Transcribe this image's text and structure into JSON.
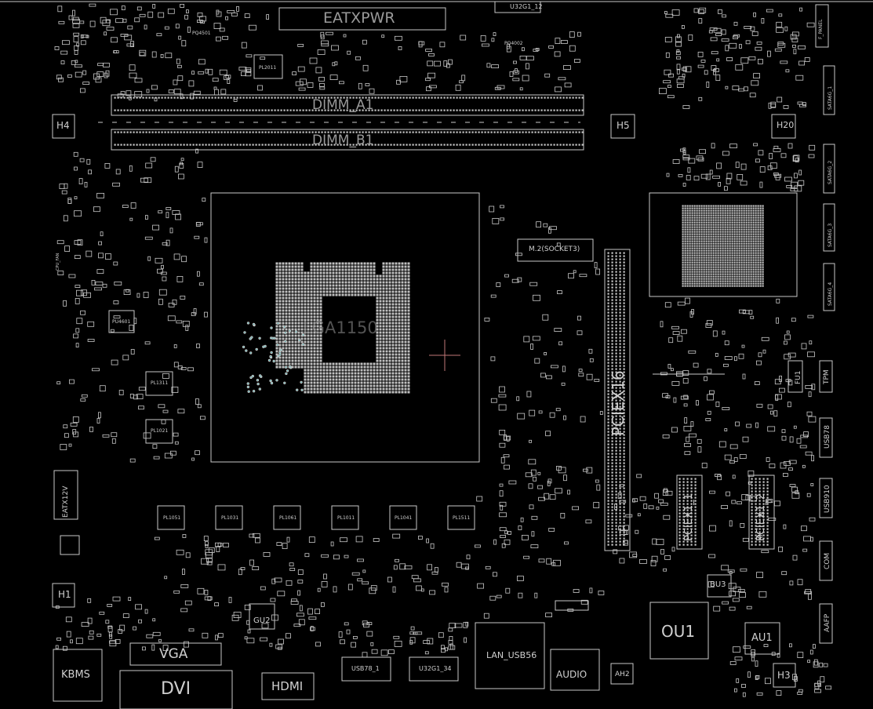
{
  "colors": {
    "background": "#000000",
    "outline": "#c8c8c8",
    "via": "#2aa6a6",
    "cursor": "#c07878"
  },
  "labels": {
    "eatxpwr": "EATXPWR",
    "dimm_a1": "DIMM_A1",
    "dimm_b1": "DIMM_B1",
    "h4": "H4",
    "h5": "H5",
    "h20": "H20",
    "h1": "H1",
    "h3": "H3",
    "m2": "M.2(SOCKET3)",
    "pciex16": "PCIEX16",
    "pciex1_1": "PCIEX1_1",
    "pciex1_2": "PCIEX1_2",
    "eatx12v": "EATX12V",
    "vga": "VGA",
    "dvi": "DVI",
    "hdmi": "HDMI",
    "kbms": "KBMS",
    "lan_usb56": "LAN_USB56",
    "audio": "AUDIO",
    "ou1": "OU1",
    "au1": "AU1",
    "bu3": "BU3",
    "ah2": "AH2",
    "gu2": "GU2",
    "usb78_1": "USB78_1",
    "u32g1_34": "U32G1_34",
    "u32g1_12": "U32G1_12",
    "pl1051": "PL1051",
    "pl1031": "PL1031",
    "pl1061": "PL1061",
    "pl1011": "PL1011",
    "pl1041": "PL1041",
    "pl1511": "PL1511",
    "pl1311": "PL1311",
    "pl1021": "PL1021",
    "pl2011": "PL2011",
    "pq4501": "PQ4501",
    "pq4002": "PQ4002",
    "pu4601": "PU4601",
    "usb78": "USB78",
    "usb910": "USB910",
    "com": "COM",
    "aafp": "AAFP",
    "tpm": "TPM",
    "sata6g_1": "SATA6G_1",
    "sata6g_2": "SATA6G_2",
    "sata6g_3": "SATA6G_3",
    "sata6g_4": "SATA6G_4",
    "f_panel": "F_PANEL",
    "fu1": "FU1",
    "cpu_fan": "CPU_FAN",
    "lga": "LGA1150"
  }
}
